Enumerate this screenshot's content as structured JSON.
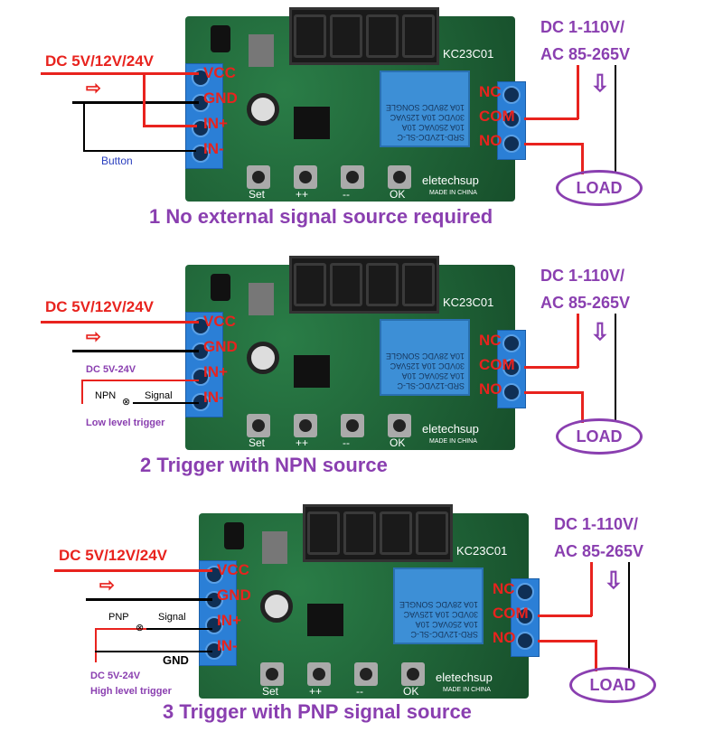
{
  "common": {
    "supply_label": "DC 5V/12V/24V",
    "input_pins": [
      "VCC",
      "GND",
      "IN+",
      "IN-"
    ],
    "relay_pins": [
      "NC",
      "COM",
      "NO"
    ],
    "load_supply_line1": "DC 1-110V/",
    "load_supply_line2": "AC 85-265V",
    "load_label": "LOAD",
    "board_model": "KC23C01",
    "brand": "eletechsup",
    "made_in": "MADE IN CHINA",
    "relay_text": "SRD-12VDC-SL-C  10A 250VAC 10A 30VDC 10A 125VAC 10A 28VDC  SONGLE",
    "buttons": [
      "Set",
      "++",
      "--",
      "OK"
    ],
    "colors": {
      "wire_positive": "#e8231e",
      "text_accent": "#8a3fb0",
      "pcb": "#1f6b3a",
      "terminal": "#2b7fd6"
    }
  },
  "panels": [
    {
      "caption": "1 No external signal source required",
      "extras": {
        "button_label": "Button"
      }
    },
    {
      "caption": "2 Trigger with NPN source",
      "extras": {
        "voltage": "DC 5V-24V",
        "source": "NPN",
        "signal": "Signal",
        "trigger": "Low  level trigger"
      }
    },
    {
      "caption": "3 Trigger with PNP signal source",
      "extras": {
        "source": "PNP",
        "signal": "Signal",
        "gnd": "GND",
        "voltage": "DC 5V-24V",
        "trigger": "High level trigger"
      }
    }
  ]
}
